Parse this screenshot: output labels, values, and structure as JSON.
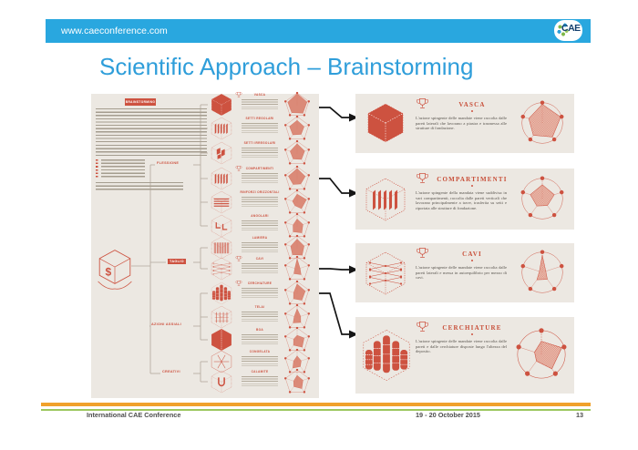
{
  "header": {
    "url": "www.caeconference.com",
    "logo": "CAE"
  },
  "title": "Scientific Approach – Brainstorming",
  "accent_color": "#CD5240",
  "bar_color": "#29A7DF",
  "infographic": {
    "intro_heading": "BRAINSTORMING",
    "root_icon": "money-cube",
    "branches": [
      {
        "label": "FLESSIONE",
        "boxed": false,
        "rows": [
          0,
          1,
          2,
          3,
          4,
          5
        ]
      },
      {
        "label": "TAGLIO",
        "boxed": true,
        "rows": [
          6,
          7
        ]
      },
      {
        "label": "AZIONI ASSIALI",
        "boxed": false,
        "rows": [
          8,
          9,
          10
        ]
      },
      {
        "label": "CREATIVI",
        "boxed": false,
        "rows": [
          11,
          12
        ]
      }
    ],
    "rows": [
      {
        "label": "VASCA",
        "starred": true,
        "icon": "cube-solid",
        "radar": [
          0.95,
          0.85,
          0.8,
          0.75,
          0.8
        ]
      },
      {
        "label": "SETTI REGOLARI",
        "starred": false,
        "icon": "cube-slats",
        "radar": [
          0.7,
          0.6,
          0.55,
          0.6,
          0.65
        ]
      },
      {
        "label": "SETTI IRREGOLARI",
        "starred": false,
        "icon": "cube-irregular",
        "radar": [
          0.8,
          0.65,
          0.6,
          0.55,
          0.6
        ]
      },
      {
        "label": "COMPARTIMENTI",
        "starred": true,
        "icon": "cube-slats",
        "radar": [
          0.85,
          0.7,
          0.5,
          0.55,
          0.75
        ]
      },
      {
        "label": "RINFORZI ORIZZONTALI",
        "starred": false,
        "icon": "cube-layers",
        "radar": [
          0.7,
          0.8,
          0.6,
          0.3,
          0.4
        ]
      },
      {
        "label": "ANGOLARI",
        "starred": false,
        "icon": "cube-corners",
        "radar": [
          0.6,
          0.5,
          0.65,
          0.55,
          0.35
        ]
      },
      {
        "label": "LAMIERA",
        "starred": false,
        "icon": "cube-vlines",
        "radar": [
          0.75,
          0.6,
          0.7,
          0.65,
          0.55
        ]
      },
      {
        "label": "CAVI",
        "starred": true,
        "icon": "cube-cables",
        "radar": [
          0.85,
          0.25,
          0.55,
          0.45,
          0.2
        ]
      },
      {
        "label": "CERCHIATURE",
        "starred": true,
        "icon": "cylinders",
        "radar": [
          0.8,
          0.7,
          0.65,
          0.5,
          0.3
        ]
      },
      {
        "label": "TELAI",
        "starred": false,
        "icon": "cube-frame",
        "radar": [
          0.7,
          0.3,
          0.5,
          0.55,
          0.25
        ]
      },
      {
        "label": "BOA",
        "starred": false,
        "icon": "hex-buoy",
        "radar": [
          0.4,
          0.6,
          0.7,
          0.5,
          0.3
        ]
      },
      {
        "label": "CONGELATA",
        "starred": false,
        "icon": "hex-snow",
        "radar": [
          0.5,
          0.35,
          0.45,
          0.6,
          0.3
        ]
      },
      {
        "label": "CALAMITE",
        "starred": false,
        "icon": "cube-magnet",
        "radar": [
          0.55,
          0.5,
          0.65,
          0.45,
          0.3
        ]
      }
    ],
    "solutions": [
      {
        "title": "VASCA",
        "icon": "cube-solid",
        "desc": "L'azione spingente delle mandate viene raccolta dalle pareti laterali che lavorano a piastra e trasmessa alle strutture di fondazione.",
        "radar": [
          0.92,
          0.95,
          0.85,
          0.75,
          0.7
        ]
      },
      {
        "title": "COMPARTIMENTI",
        "icon": "cube-slats",
        "desc": "L'azione spingente della mandata viene suddivisa in vari compartimenti, raccolta dalle pareti verticali che lavorano principalmente a trave, trasferita su setti e riportata alle strutture di fondazione.",
        "radar": [
          0.68,
          0.62,
          0.42,
          0.45,
          0.62
        ]
      },
      {
        "title": "CAVI",
        "icon": "cube-cables",
        "desc": "L'azione spingente delle mandate viene raccolta dalle pareti laterali e messa in autoequilibrio per mezzo di cavi.",
        "radar": [
          0.85,
          0.18,
          0.42,
          0.45,
          0.15
        ]
      },
      {
        "title": "CERCHIATURE",
        "icon": "cylinders",
        "desc": "L'azione spingente delle mandate viene raccolta dalle pareti e dalle cerchiature disposte lungo l'altezza del deposito.",
        "radar": [
          0.55,
          0.9,
          0.75,
          0.35,
          0.3
        ]
      }
    ]
  },
  "footer": {
    "left": "International CAE Conference",
    "center": "19 - 20 October 2015",
    "page": "13"
  }
}
